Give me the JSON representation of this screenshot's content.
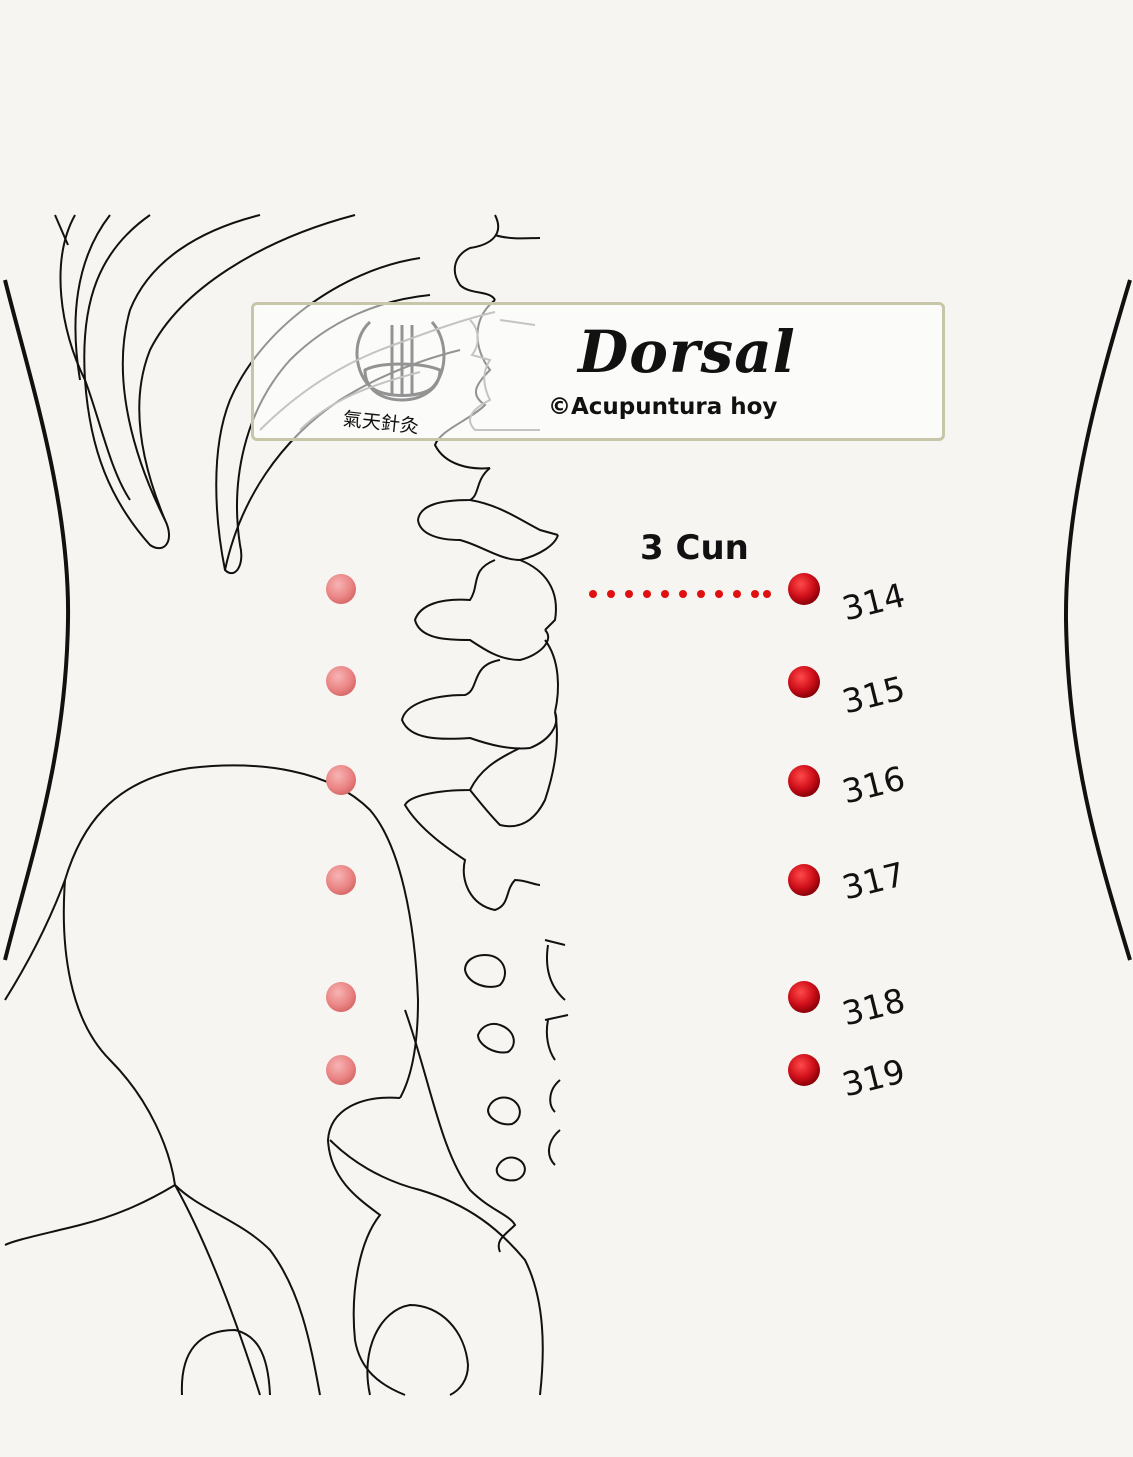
{
  "title": "Dorsal",
  "subtitle": "©Acupuntura hoy",
  "logo_text": "氣天針灸",
  "measurement_label": "3 Cun",
  "points": [
    {
      "label": "314"
    },
    {
      "label": "315"
    },
    {
      "label": "316"
    },
    {
      "label": "317"
    },
    {
      "label": "318"
    },
    {
      "label": "319"
    }
  ],
  "colors": {
    "point_active": "#d0101a",
    "point_faded": "#ea8a8a",
    "outline": "#111111",
    "background": "#f6f5f1",
    "box_border": "#c8c6a8"
  }
}
